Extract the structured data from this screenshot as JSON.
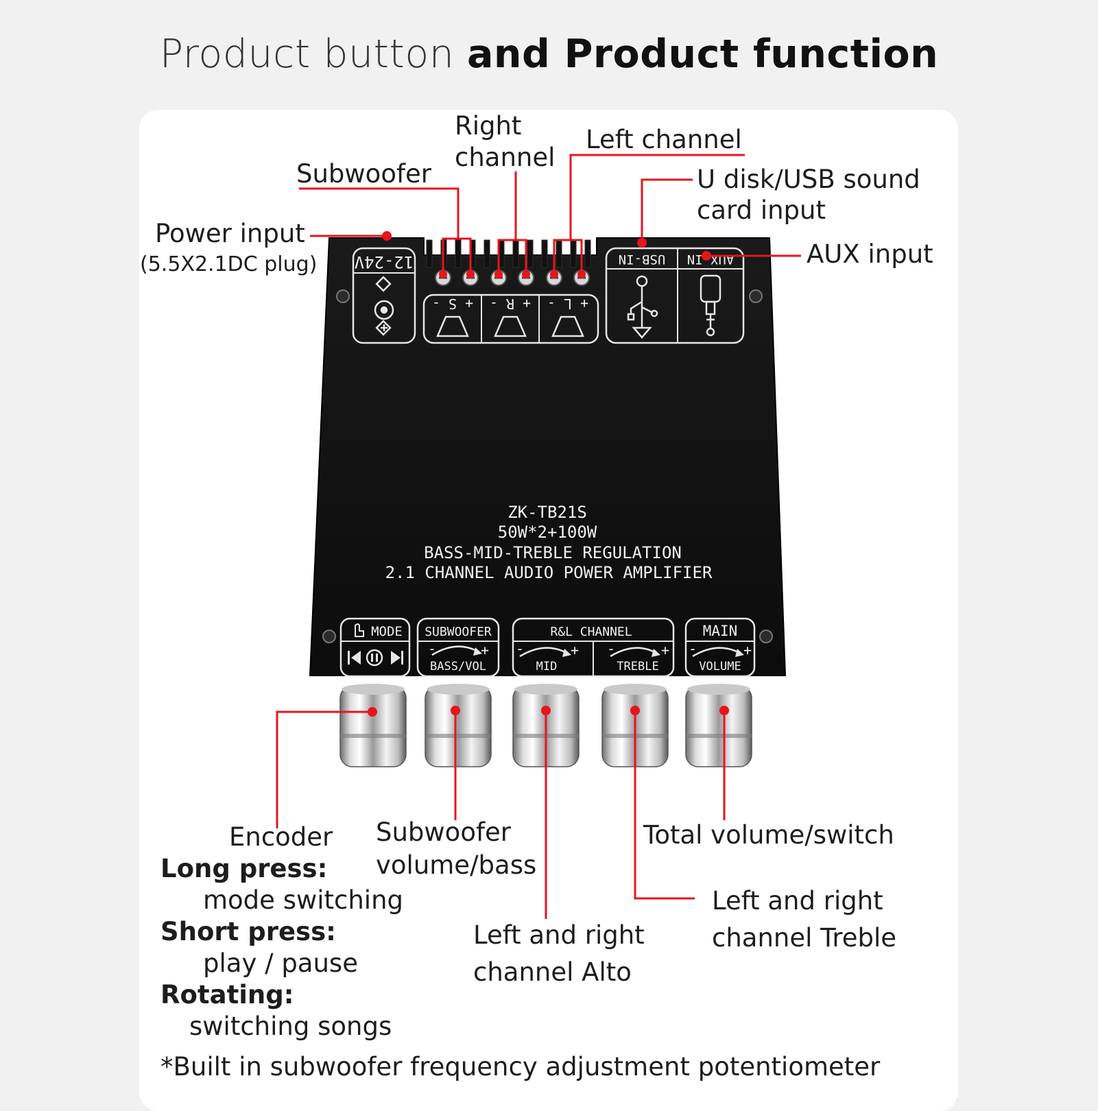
{
  "title": {
    "part1": "Product button",
    "part2": "and Product function"
  },
  "board": {
    "model": "ZK-TB21S",
    "power": "50W*2+100W",
    "regulation": "BASS-MID-TREBLE REGULATION",
    "description": "2.1 CHANNEL AUDIO POWER AMPLIFIER",
    "dc_label": "12-24V",
    "usb_label": "USB-IN",
    "aux_label": "AUX IN",
    "terminal_s": "+ S -",
    "terminal_r": "+ R -",
    "terminal_l": "+ L -",
    "panel_mode": "MODE",
    "panel_subwoofer": "SUBWOOFER",
    "panel_bassvol": "BASS/VOL",
    "panel_rl": "R&L CHANNEL",
    "panel_mid": "MID",
    "panel_treble": "TREBLE",
    "panel_main": "MAIN",
    "panel_volume": "VOLUME",
    "minus": "-",
    "plus": "+"
  },
  "labels": {
    "power_input": "Power input",
    "power_plug": "(5.5X2.1DC plug)",
    "subwoofer": "Subwoofer",
    "right_channel_1": "Right",
    "right_channel_2": "channel",
    "left_channel": "Left channel",
    "usb_1": "U disk/USB sound",
    "usb_2": "card input",
    "aux": "AUX input",
    "encoder": "Encoder",
    "long_press": "Long press:",
    "mode_switching": "mode switching",
    "short_press": "Short press:",
    "play_pause": "play / pause",
    "rotating": "Rotating:",
    "switching_songs": "switching songs",
    "sub_vol_1": "Subwoofer",
    "sub_vol_2": "volume/bass",
    "alto_1": "Left and right",
    "alto_2": "channel Alto",
    "total_volume": "Total volume/switch",
    "treble_1": "Left and right",
    "treble_2": "channel Treble",
    "footnote": "*Built in subwoofer frequency adjustment potentiometer"
  },
  "colors": {
    "leader": "#e8141c",
    "board": "#141414",
    "background": "#f1f1f1",
    "card": "#ffffff"
  },
  "icons": [
    "dc-polarity-icon",
    "speaker-icon",
    "usb-icon",
    "aux-jack-icon",
    "hand-icon",
    "prev-icon",
    "play-pause-icon",
    "next-icon"
  ]
}
